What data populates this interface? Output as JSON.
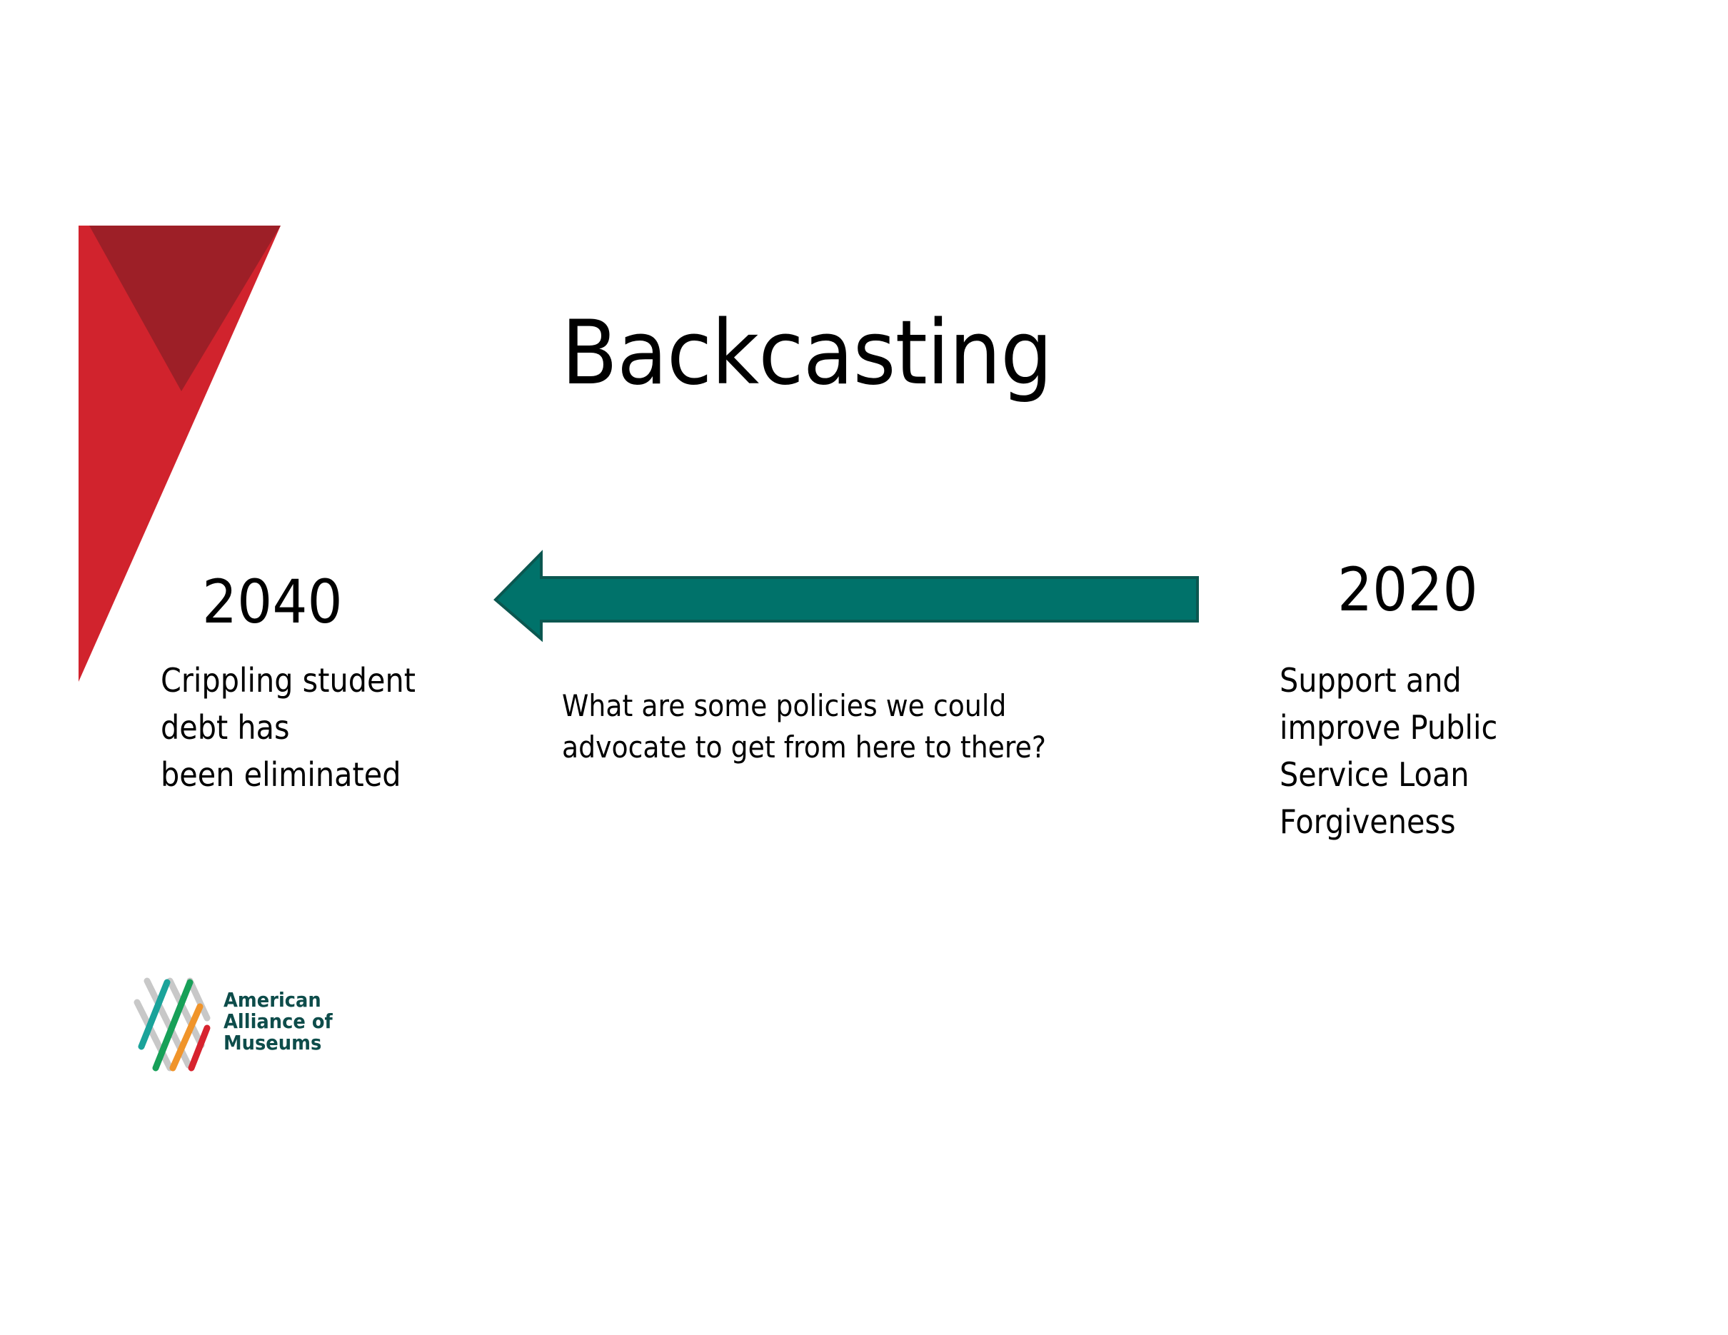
{
  "slide": {
    "title": "Backcasting",
    "future": {
      "year": "2040",
      "description_lines": [
        "Crippling student",
        "debt has",
        "been eliminated"
      ]
    },
    "present": {
      "year": "2020",
      "description_lines": [
        "Support and",
        "improve Public",
        "Service Loan",
        "Forgiveness"
      ]
    },
    "question_lines": [
      "What are some policies we could",
      "advocate to get from here to there?"
    ],
    "arrow": {
      "direction": "left",
      "fill_color": "#00726a",
      "border_color": "#0b5750"
    },
    "decoration": {
      "triangle_light_color": "#d1232d",
      "triangle_dark_color": "#9d1f27"
    }
  },
  "logo": {
    "lines": [
      "American",
      "Alliance of",
      "Museums"
    ],
    "text_color": "#0d4c4a",
    "mark_colors": {
      "gray": "#c8c8c8",
      "teal": "#1aa39a",
      "green": "#17a058",
      "orange": "#f0942a",
      "red": "#d7232e"
    }
  }
}
